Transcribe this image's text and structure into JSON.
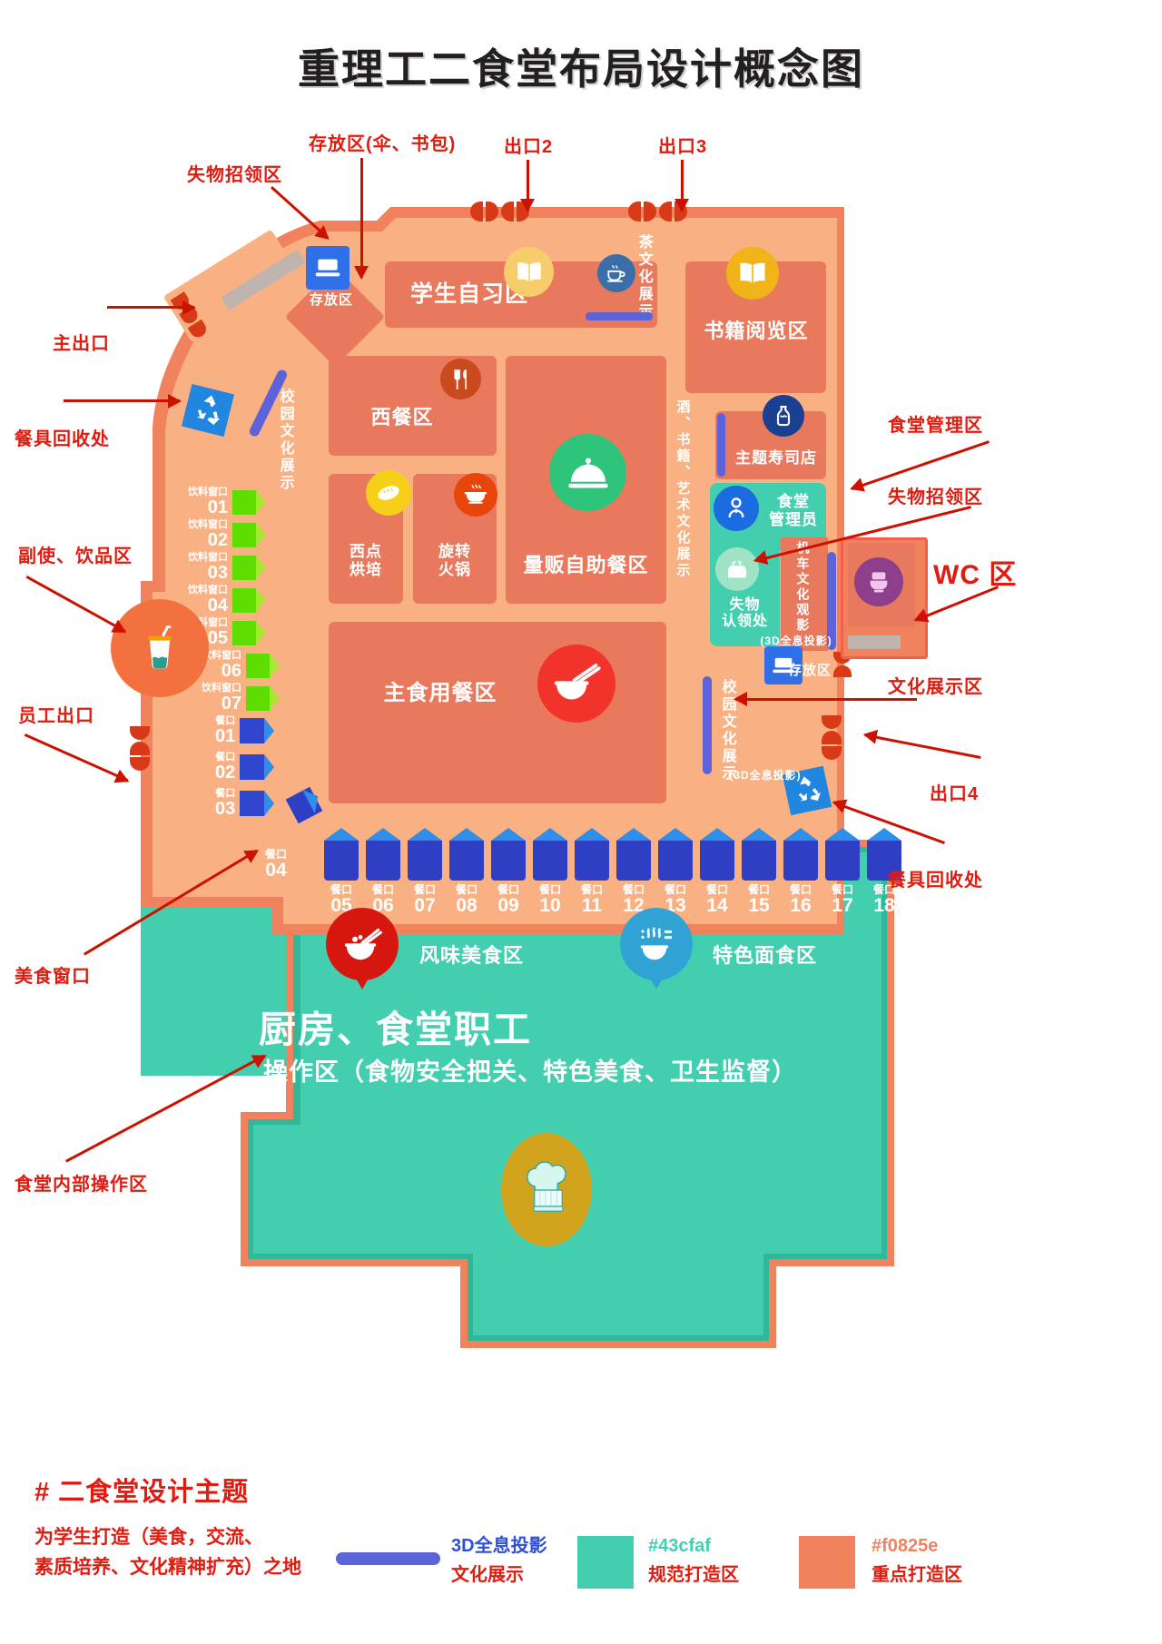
{
  "title": "重理工二食堂布局设计概念图",
  "colors": {
    "teal": "#43cfaf",
    "orange": "#f0825e",
    "peach": "#f9b183",
    "salmon": "#e8795c",
    "annotation_red": "#e01b0f",
    "projection_blue": "#5c63d8"
  },
  "annotations": [
    {
      "id": "lost-found-top",
      "label": "失物招领区"
    },
    {
      "id": "storage-top",
      "label": "存放区(伞、书包)"
    },
    {
      "id": "exit2",
      "label": "出口2"
    },
    {
      "id": "exit3",
      "label": "出口3"
    },
    {
      "id": "main-exit",
      "label": "主出口"
    },
    {
      "id": "tableware-return-left",
      "label": "餐具回收处"
    },
    {
      "id": "drinks-area",
      "label": "副使、饮品区"
    },
    {
      "id": "staff-exit",
      "label": "员工出口"
    },
    {
      "id": "food-window",
      "label": "美食窗口"
    },
    {
      "id": "kitchen-internal",
      "label": "食堂内部操作区"
    },
    {
      "id": "canteen-management",
      "label": "食堂管理区"
    },
    {
      "id": "lost-found-right",
      "label": "失物招领区"
    },
    {
      "id": "wc",
      "label": "WC 区"
    },
    {
      "id": "culture-display",
      "label": "文化展示区"
    },
    {
      "id": "exit4",
      "label": "出口4"
    },
    {
      "id": "tableware-return-right",
      "label": "餐具回收处"
    }
  ],
  "map": {
    "zones": [
      {
        "id": "storage-small",
        "label": "存放区"
      },
      {
        "id": "student-study",
        "label": "学生自习区"
      },
      {
        "id": "tea-culture",
        "label": "茶\n文\n化\n展\n示"
      },
      {
        "id": "book-reading",
        "label": "书籍阅览区"
      },
      {
        "id": "campus-culture-left",
        "label": "校\n园\n文\n化\n展\n示"
      },
      {
        "id": "western-food",
        "label": "西餐区"
      },
      {
        "id": "bakery",
        "label": "西点\n烘培"
      },
      {
        "id": "rotary-hotpot",
        "label": "旋转\n火锅"
      },
      {
        "id": "buffet",
        "label": "量贩自助餐区"
      },
      {
        "id": "wine-book-art",
        "label": "酒、书籍、艺术文化展示"
      },
      {
        "id": "sushi",
        "label": "主题寿司店"
      },
      {
        "id": "manager",
        "label": "食堂\n管理员"
      },
      {
        "id": "lost-found-counter",
        "label": "失物\n认领处"
      },
      {
        "id": "motor-culture",
        "label": "机\n车\n文\n化\n观\n影"
      },
      {
        "id": "motor-culture-note",
        "label": "(3D全息投影)"
      },
      {
        "id": "storage-right",
        "label": "存放区"
      },
      {
        "id": "campus-culture-right",
        "label": "校\n园\n文\n化\n展\n示"
      },
      {
        "id": "campus-culture-right-note",
        "label": "(3D全息投影)"
      },
      {
        "id": "staple-dining",
        "label": "主食用餐区"
      },
      {
        "id": "flavor-food",
        "label": "风味美食区"
      },
      {
        "id": "noodle-specialty",
        "label": "特色面食区"
      },
      {
        "id": "kitchen-title",
        "label": "厨房、食堂职工"
      },
      {
        "id": "kitchen-sub",
        "label": "操作区（食物安全把关、特色美食、卫生监督）"
      }
    ],
    "drink_windows": [
      {
        "name": "饮料窗口",
        "no": "01"
      },
      {
        "name": "饮料窗口",
        "no": "02"
      },
      {
        "name": "饮料窗口",
        "no": "03"
      },
      {
        "name": "饮料窗口",
        "no": "04"
      },
      {
        "name": "饮料窗口",
        "no": "05"
      },
      {
        "name": "饮料窗口",
        "no": "06"
      },
      {
        "name": "饮料窗口",
        "no": "07"
      }
    ],
    "side_meal_windows": [
      {
        "name": "餐口",
        "no": "01"
      },
      {
        "name": "餐口",
        "no": "02"
      },
      {
        "name": "餐口",
        "no": "03"
      }
    ],
    "corner_meal_window": {
      "name": "餐口",
      "no": "04"
    },
    "bottom_meal_windows": [
      {
        "name": "餐口",
        "no": "05"
      },
      {
        "name": "餐口",
        "no": "06"
      },
      {
        "name": "餐口",
        "no": "07"
      },
      {
        "name": "餐口",
        "no": "08"
      },
      {
        "name": "餐口",
        "no": "09"
      },
      {
        "name": "餐口",
        "no": "10"
      },
      {
        "name": "餐口",
        "no": "11"
      },
      {
        "name": "餐口",
        "no": "12"
      },
      {
        "name": "餐口",
        "no": "13"
      },
      {
        "name": "餐口",
        "no": "14"
      },
      {
        "name": "餐口",
        "no": "15"
      },
      {
        "name": "餐口",
        "no": "16"
      },
      {
        "name": "餐口",
        "no": "17"
      },
      {
        "name": "餐口",
        "no": "18"
      }
    ]
  },
  "legend": {
    "title": "# 二食堂设计主题",
    "subtitle": "为学生打造（美食，交流、\n素质培养、文化精神扩充）之地",
    "projection_line1": "3D全息投影",
    "projection_line2": "文化展示",
    "teal_code": "#43cfaf",
    "teal_desc": "规范打造区",
    "orange_code": "#f0825e",
    "orange_desc": "重点打造区"
  }
}
